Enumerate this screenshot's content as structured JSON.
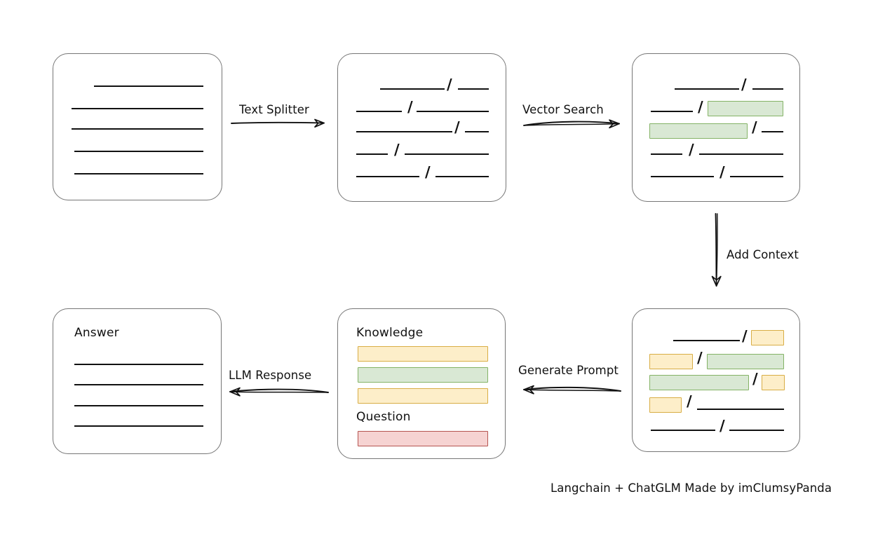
{
  "diagram": {
    "footer_note": "Langchain + ChatGLM Made by imClumsyPanda",
    "palette": {
      "box_border": "#767676",
      "line": "#111111",
      "green_fill": "#d9e8d4",
      "green_border": "#84b366",
      "yellow_fill": "#fdeec9",
      "yellow_border": "#d8ad45",
      "red_fill": "#f6d3d2",
      "red_border": "#b55450",
      "background": "#ffffff"
    },
    "nodes": {
      "source_document": {
        "title": "",
        "lines": 5
      },
      "split_document": {
        "title": "",
        "lines": 5
      },
      "vector_matched_document": {
        "title": "",
        "lines": 5
      },
      "context_document": {
        "title": "",
        "lines": 5
      },
      "prompt": {
        "knowledge_label": "Knowledge",
        "question_label": "Question",
        "knowledge_chips": [
          "yellow",
          "green",
          "yellow"
        ],
        "question_chips": [
          "red"
        ]
      },
      "answer": {
        "title": "Answer",
        "lines": 4
      }
    },
    "edges": [
      {
        "id": "text-splitter",
        "label": "Text Splitter",
        "direction": "right"
      },
      {
        "id": "vector-search",
        "label": "Vector Search",
        "direction": "right"
      },
      {
        "id": "add-context",
        "label": "Add Context",
        "direction": "down"
      },
      {
        "id": "generate-prompt",
        "label": "Generate Prompt",
        "direction": "left"
      },
      {
        "id": "llm-response",
        "label": "LLM Response",
        "direction": "left"
      }
    ]
  }
}
